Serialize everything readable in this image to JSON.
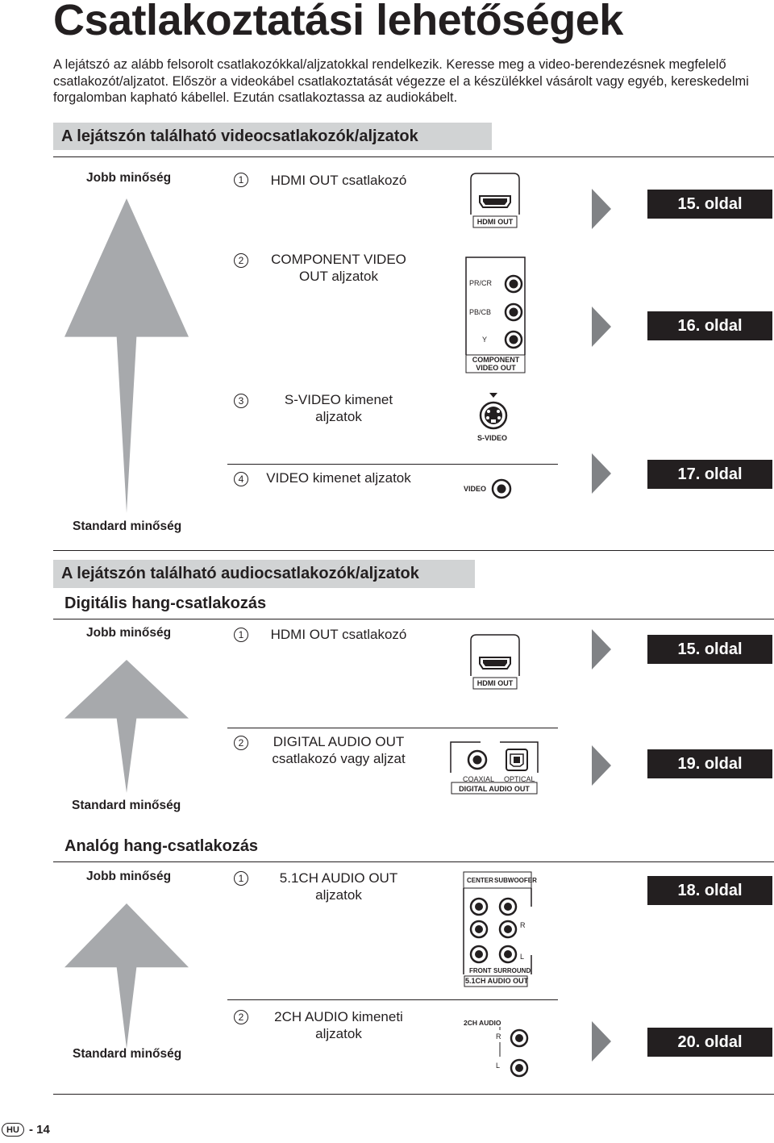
{
  "page": {
    "title": "Csatlakoztatási lehetőségek",
    "intro": "A lejátszó az alább felsorolt csatlakozókkal/aljzatokkal rendelkezik. Keresse meg a video-berendezésnek megfelelő csatlakozót/aljzatot. Először a videokábel csatlakoztatását végezze el a készülékkel vásárolt vagy egyéb, kereskedelmi forgalomban kapható kábellel. Ezután csatlakoztassa az audiokábelt.",
    "footer": {
      "lang": "HU",
      "page": "- 14"
    }
  },
  "video": {
    "heading": "A lejátszón található videocsatlakozók/aljzatok",
    "better": "Jobb minőség",
    "standard": "Standard minőség",
    "items": [
      {
        "num": "1",
        "label": "HDMI OUT csatlakozó",
        "jack": "HDMI OUT",
        "page": "15. oldal"
      },
      {
        "num": "2",
        "label": "COMPONENT VIDEO OUT aljzatok",
        "jacks": [
          "PR/CR",
          "PB/CB",
          "Y"
        ],
        "jack": "COMPONENT VIDEO OUT",
        "page": "16. oldal"
      },
      {
        "num": "3",
        "label": "S-VIDEO kimenet aljzatok",
        "jack": "S-VIDEO"
      },
      {
        "num": "4",
        "label": "VIDEO kimenet aljzatok",
        "jack": "VIDEO",
        "page": "17. oldal"
      }
    ]
  },
  "audio": {
    "heading": "A lejátszón található audiocsatlakozók/aljzatok",
    "digital": {
      "heading": "Digitális hang-csatlakozás",
      "better": "Jobb minőség",
      "standard": "Standard minőség",
      "items": [
        {
          "num": "1",
          "label": "HDMI OUT csatlakozó",
          "jack": "HDMI OUT",
          "page": "15. oldal"
        },
        {
          "num": "2",
          "label": "DIGITAL AUDIO OUT csatlakozó vagy aljzat",
          "jacks": [
            "COAXIAL",
            "OPTICAL"
          ],
          "jack": "DIGITAL AUDIO OUT",
          "page": "19. oldal"
        }
      ]
    },
    "analog": {
      "heading": "Analóg hang-csatlakozás",
      "better": "Jobb minőség",
      "standard": "Standard minőség",
      "items": [
        {
          "num": "1",
          "label": "5.1CH AUDIO OUT aljzatok",
          "jacks": [
            "CENTER",
            "SUBWOOFER",
            "R",
            "L",
            "FRONT",
            "SURROUND"
          ],
          "jack": "5.1CH AUDIO OUT",
          "page": "18. oldal"
        },
        {
          "num": "2",
          "label": "2CH AUDIO kimeneti aljzatok",
          "jacks": [
            "2CH AUDIO",
            "R",
            "L"
          ],
          "page": "20. oldal"
        }
      ]
    }
  }
}
